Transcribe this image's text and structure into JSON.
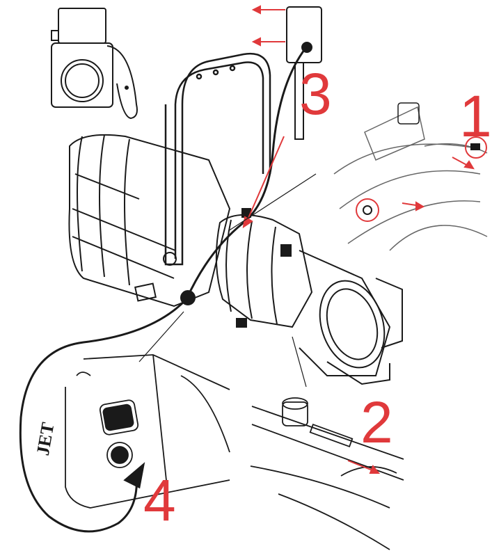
{
  "colors": {
    "line": "#1a1a1a",
    "callout": "#e0393b",
    "background": "#ffffff"
  },
  "steps": [
    {
      "label": "1"
    },
    {
      "label": "2"
    },
    {
      "label": "3"
    },
    {
      "label": "4"
    }
  ],
  "brand_mark": {
    "text": "JET"
  }
}
